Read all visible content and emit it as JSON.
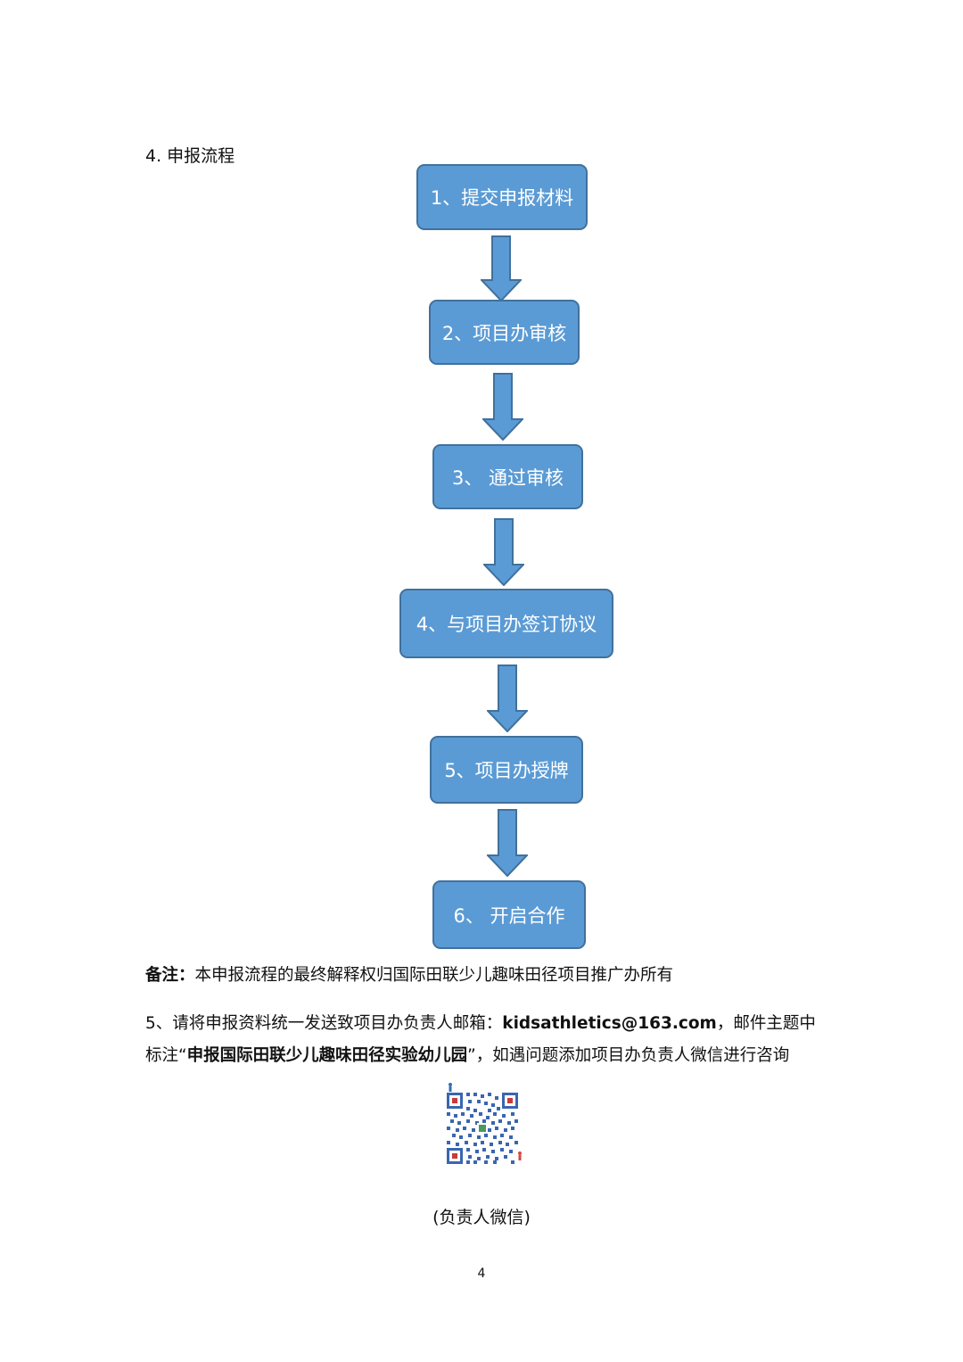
{
  "section_heading": "4. 申报流程",
  "flow": {
    "steps": [
      "1、提交申报材料",
      "2、项目办审核",
      "3、 通过审核",
      "4、与项目办签订协议",
      "5、项目办授牌",
      "6、 开启合作"
    ],
    "box_color": "#5b9bd5",
    "border_color": "#41719c"
  },
  "note": {
    "label": "备注：",
    "text": "本申报流程的最终解释权归国际田联少儿趣味田径项目推广办所有"
  },
  "instruction": {
    "prefix": "5、请将申报资料统一发送致项目办负责人邮箱：",
    "email": "kidsathletics@163.com",
    "suffix1": "，邮件主题中",
    "line2_prefix": "标注“",
    "subject": "申报国际田联少儿趣味田径实验幼儿园",
    "line2_suffix": "”，如遇问题添加项目办负责人微信进行咨询"
  },
  "qr_code": {
    "icon": "qr-code-icon"
  },
  "qr_caption": "(负责人微信)",
  "page_number": "4"
}
